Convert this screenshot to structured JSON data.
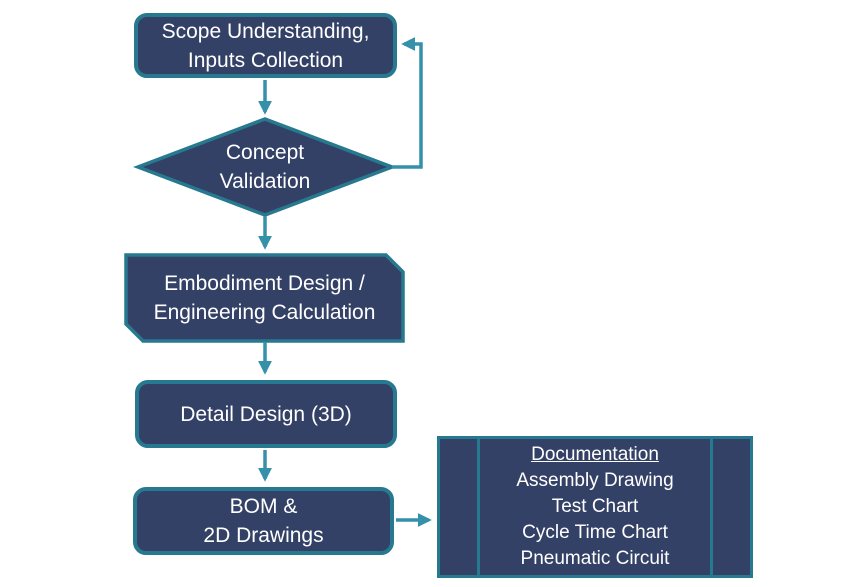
{
  "diagram": {
    "type": "flowchart",
    "colors": {
      "node_fill": "#344166",
      "node_border": "#26798F",
      "connector": "#3590A9",
      "text": "#FFFFFF",
      "background": "#FFFFFF"
    },
    "nodes": {
      "scope": {
        "lines": [
          "Scope Understanding,",
          "Inputs Collection"
        ]
      },
      "concept_validation": {
        "lines": [
          "Concept",
          "Validation"
        ]
      },
      "embodiment": {
        "lines": [
          "Embodiment Design /",
          "Engineering Calculation"
        ]
      },
      "detail_design": {
        "lines": [
          "Detail Design (3D)"
        ]
      },
      "bom": {
        "lines": [
          "BOM &",
          "2D Drawings"
        ]
      },
      "documentation": {
        "heading": "Documentation",
        "items": [
          "Assembly Drawing",
          "Test Chart",
          "Cycle Time Chart",
          "Pneumatic Circuit"
        ]
      }
    },
    "edges": [
      "scope -> concept_validation",
      "concept_validation -> embodiment",
      "concept_validation -> scope (feedback loop)",
      "embodiment -> detail_design",
      "detail_design -> bom",
      "bom -> documentation"
    ]
  }
}
